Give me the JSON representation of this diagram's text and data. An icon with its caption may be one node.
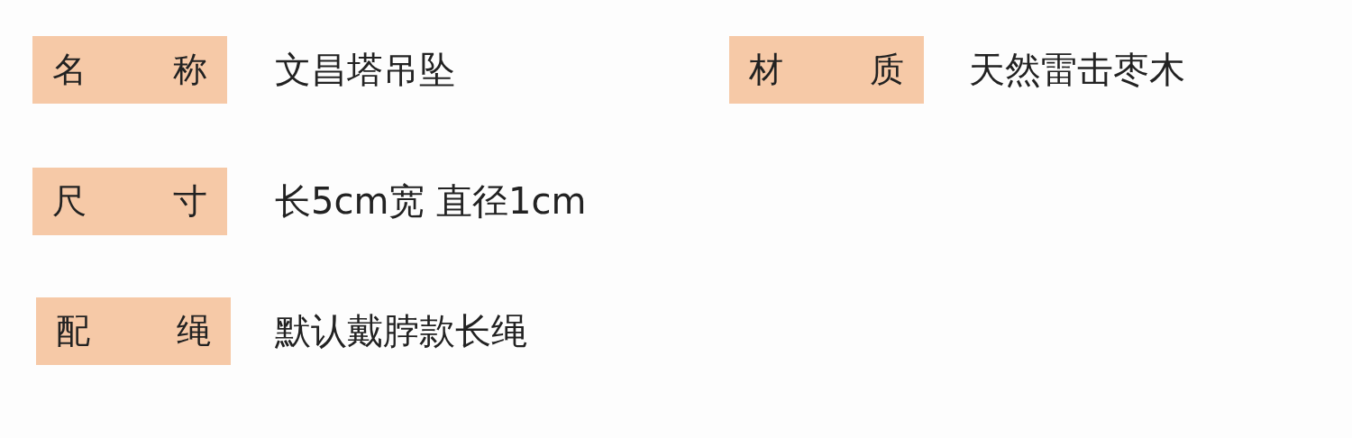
{
  "diagram": {
    "nodes": [
      {
        "text": [
          "名称"
        ],
        "beside": [
          "文昌塔吊坠"
        ]
      },
      {
        "text": [
          "材质"
        ],
        "beside": [
          "天然雷击枣木"
        ]
      },
      {
        "text": [
          "尺寸"
        ],
        "beside": [
          "长5cm宽 直径1cm"
        ]
      },
      {
        "text": [
          "配绳"
        ],
        "beside": [
          "默认戴脖款长绳"
        ]
      }
    ]
  }
}
